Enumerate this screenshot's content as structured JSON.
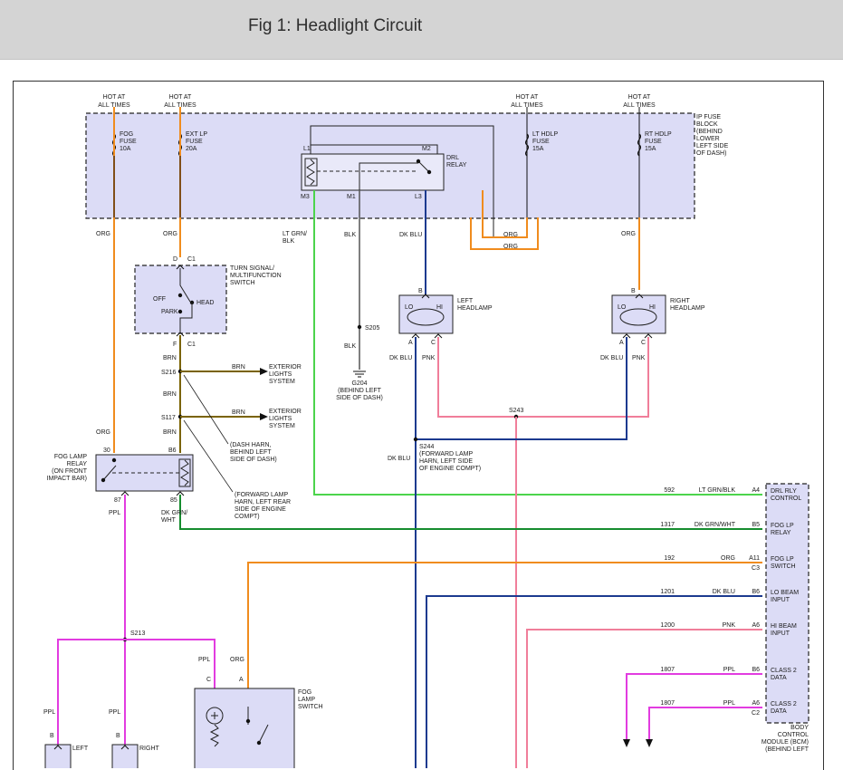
{
  "figure_title": "Fig 1: Headlight Circuit",
  "colors": {
    "orange": "#f08c1e",
    "green": "#4cd44c",
    "dark_blue": "#1c3a8f",
    "black": "#555555",
    "pink": "#f07e9a",
    "purple": "#e23ce0",
    "brown": "#7a6300",
    "dark_green": "#168c2e",
    "box_fill": "#dcdcf6"
  },
  "labels": {
    "hot1": "HOT AT",
    "hot2": "ALL TIMES",
    "fuse_block": [
      "IP FUSE",
      "BLOCK",
      "(BEHIND",
      "LOWER",
      "LEFT SIDE",
      "OF DASH)"
    ],
    "fog_fuse": [
      "FOG",
      "FUSE",
      "10A"
    ],
    "ext_fuse": [
      "EXT LP",
      "FUSE",
      "20A"
    ],
    "lt_fuse": [
      "LT HDLP",
      "FUSE",
      "15A"
    ],
    "rt_fuse": [
      "RT HDLP",
      "FUSE",
      "15A"
    ],
    "drl_relay": [
      "DRL",
      "RELAY"
    ],
    "L1": "L1",
    "M2": "M2",
    "M3": "M3",
    "M1": "M1",
    "L3": "L3",
    "org": "ORG",
    "lt_grn_blk": [
      "LT GRN/",
      "BLK"
    ],
    "blk": "BLK",
    "dk_blu": "DK BLU",
    "pnk": "PNK",
    "brn": "BRN",
    "ppl": "PPL",
    "dk_grn_wht": [
      "DK GRN/",
      "WHT"
    ],
    "turn_signal": [
      "TURN SIGNAL/",
      "MULTIFUNCTION",
      "SWITCH"
    ],
    "D": "D",
    "C1": "C1",
    "F": "F",
    "OFF": "OFF",
    "PARK": "PARK",
    "HEAD": "HEAD",
    "left_headlamp": [
      "LEFT",
      "HEADLAMP"
    ],
    "right_headlamp": [
      "RIGHT",
      "HEADLAMP"
    ],
    "LO": "LO",
    "HI": "HI",
    "A": "A",
    "B": "B",
    "C": "C",
    "S205": "S205",
    "G204": [
      "G204",
      "(BEHIND LEFT",
      "SIDE OF DASH)"
    ],
    "S216": "S216",
    "S117": "S117",
    "S243": "S243",
    "S244": "S244",
    "S213": "S213",
    "ext_lights": [
      "EXTERIOR",
      "LIGHTS",
      "SYSTEM"
    ],
    "dash_harn": [
      "(DASH HARN,",
      "BEHIND LEFT",
      "SIDE OF DASH)"
    ],
    "fwd_harn_left": [
      "(FORWARD LAMP",
      "HARN, LEFT REAR",
      "SIDE OF ENGINE",
      "COMPT)"
    ],
    "fwd_harn_s244": [
      "(FORWARD LAMP",
      "HARN, LEFT SIDE",
      "OF ENGINE COMPT)"
    ],
    "fog_relay": [
      "FOG LAMP",
      "RELAY",
      "(ON FRONT",
      "IMPACT BAR)"
    ],
    "pin30": "30",
    "pinB6": "B6",
    "pin87": "87",
    "pin85": "85",
    "fog_switch": [
      "FOG",
      "LAMP",
      "SWITCH"
    ],
    "left_bottom": "LEFT",
    "right_bottom": "RIGHT",
    "bcm": [
      "BODY",
      "CONTROL",
      "MODULE (BCM)",
      "(BEHIND LEFT"
    ],
    "bcm_rows": [
      {
        "circuit": "592",
        "color": "LT GRN/BLK",
        "pin": "A4",
        "pin2": "",
        "name": [
          "DRL RLY",
          "CONTROL"
        ]
      },
      {
        "circuit": "1317",
        "color": "DK GRN/WHT",
        "pin": "B5",
        "pin2": "",
        "name": [
          "FOG LP",
          "RELAY"
        ]
      },
      {
        "circuit": "192",
        "color": "ORG",
        "pin": "A11",
        "pin2": "C3",
        "name": [
          "FOG LP",
          "SWITCH"
        ]
      },
      {
        "circuit": "1201",
        "color": "DK BLU",
        "pin": "B6",
        "pin2": "",
        "name": [
          "LO BEAM",
          "INPUT"
        ]
      },
      {
        "circuit": "1200",
        "color": "PNK",
        "pin": "A6",
        "pin2": "",
        "name": [
          "HI BEAM",
          "INPUT"
        ]
      },
      {
        "circuit": "1807",
        "color": "PPL",
        "pin": "B6",
        "pin2": "",
        "name": [
          "CLASS 2",
          "DATA"
        ]
      },
      {
        "circuit": "1807",
        "color": "PPL",
        "pin": "A6",
        "pin2": "C2",
        "name": [
          "CLASS 2",
          "DATA"
        ]
      }
    ]
  }
}
